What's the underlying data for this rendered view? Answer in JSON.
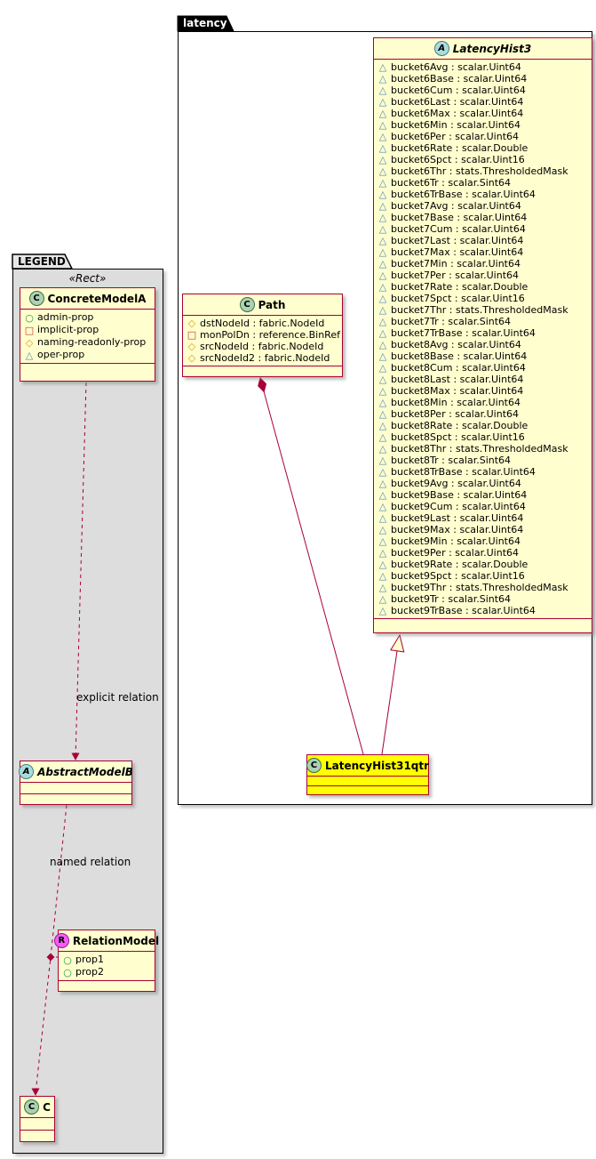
{
  "colors": {
    "class_bg": "#FEFECE",
    "class_border": "#A80036",
    "highlight_bg": "#FFFF00",
    "legend_bg": "#DDDDDD",
    "package_border": "#000000",
    "badge_class_bg": "#ADD1B2",
    "badge_abstract_bg": "#A9DCDF",
    "badge_relation_bg": "#F75CF7"
  },
  "icons": {
    "admin": {
      "glyph": "○",
      "color": "#1B9E4B"
    },
    "implicit": {
      "glyph": "□",
      "color": "#C0392B"
    },
    "naming": {
      "glyph": "◇",
      "color": "#D9A013"
    },
    "oper": {
      "glyph": "△",
      "color": "#4B8BBE"
    }
  },
  "packages": {
    "latency": {
      "label": "latency"
    },
    "legend": {
      "label": "LEGEND"
    }
  },
  "latency_package": {
    "hist3": {
      "badge": "A",
      "title": "LatencyHist3",
      "attributes": [
        "bucket6Avg : scalar.Uint64",
        "bucket6Base : scalar.Uint64",
        "bucket6Cum : scalar.Uint64",
        "bucket6Last : scalar.Uint64",
        "bucket6Max : scalar.Uint64",
        "bucket6Min : scalar.Uint64",
        "bucket6Per : scalar.Uint64",
        "bucket6Rate : scalar.Double",
        "bucket6Spct : scalar.Uint16",
        "bucket6Thr : stats.ThresholdedMask",
        "bucket6Tr : scalar.Sint64",
        "bucket6TrBase : scalar.Uint64",
        "bucket7Avg : scalar.Uint64",
        "bucket7Base : scalar.Uint64",
        "bucket7Cum : scalar.Uint64",
        "bucket7Last : scalar.Uint64",
        "bucket7Max : scalar.Uint64",
        "bucket7Min : scalar.Uint64",
        "bucket7Per : scalar.Uint64",
        "bucket7Rate : scalar.Double",
        "bucket7Spct : scalar.Uint16",
        "bucket7Thr : stats.ThresholdedMask",
        "bucket7Tr : scalar.Sint64",
        "bucket7TrBase : scalar.Uint64",
        "bucket8Avg : scalar.Uint64",
        "bucket8Base : scalar.Uint64",
        "bucket8Cum : scalar.Uint64",
        "bucket8Last : scalar.Uint64",
        "bucket8Max : scalar.Uint64",
        "bucket8Min : scalar.Uint64",
        "bucket8Per : scalar.Uint64",
        "bucket8Rate : scalar.Double",
        "bucket8Spct : scalar.Uint16",
        "bucket8Thr : stats.ThresholdedMask",
        "bucket8Tr : scalar.Sint64",
        "bucket8TrBase : scalar.Uint64",
        "bucket9Avg : scalar.Uint64",
        "bucket9Base : scalar.Uint64",
        "bucket9Cum : scalar.Uint64",
        "bucket9Last : scalar.Uint64",
        "bucket9Max : scalar.Uint64",
        "bucket9Min : scalar.Uint64",
        "bucket9Per : scalar.Uint64",
        "bucket9Rate : scalar.Double",
        "bucket9Spct : scalar.Uint16",
        "bucket9Thr : stats.ThresholdedMask",
        "bucket9Tr : scalar.Sint64",
        "bucket9TrBase : scalar.Uint64"
      ]
    },
    "path": {
      "badge": "C",
      "title": "Path",
      "attributes": [
        {
          "icon": "naming",
          "text": "dstNodeId : fabric.NodeId"
        },
        {
          "icon": "implicit",
          "text": "monPolDn : reference.BinRef"
        },
        {
          "icon": "naming",
          "text": "srcNodeId : fabric.NodeId"
        },
        {
          "icon": "naming",
          "text": "srcNodeId2 : fabric.NodeId"
        }
      ]
    },
    "hist31qtr": {
      "badge": "C",
      "title": "LatencyHist31qtr"
    }
  },
  "legend_package": {
    "stereotype": "«Rect»",
    "concrete_model_a": {
      "badge": "C",
      "title": "ConcreteModelA",
      "attributes": [
        {
          "icon": "admin",
          "text": "admin-prop"
        },
        {
          "icon": "implicit",
          "text": "implicit-prop"
        },
        {
          "icon": "naming",
          "text": "naming-readonly-prop"
        },
        {
          "icon": "oper",
          "text": "oper-prop"
        }
      ]
    },
    "abstract_model_b": {
      "badge": "A",
      "title": "AbstractModelB"
    },
    "relation_model": {
      "badge": "R",
      "title": "RelationModel",
      "attributes": [
        "prop1",
        "prop2"
      ]
    },
    "class_c": {
      "badge": "C",
      "title": "C"
    },
    "edge_labels": {
      "explicit": "explicit relation",
      "named": "named relation"
    }
  }
}
